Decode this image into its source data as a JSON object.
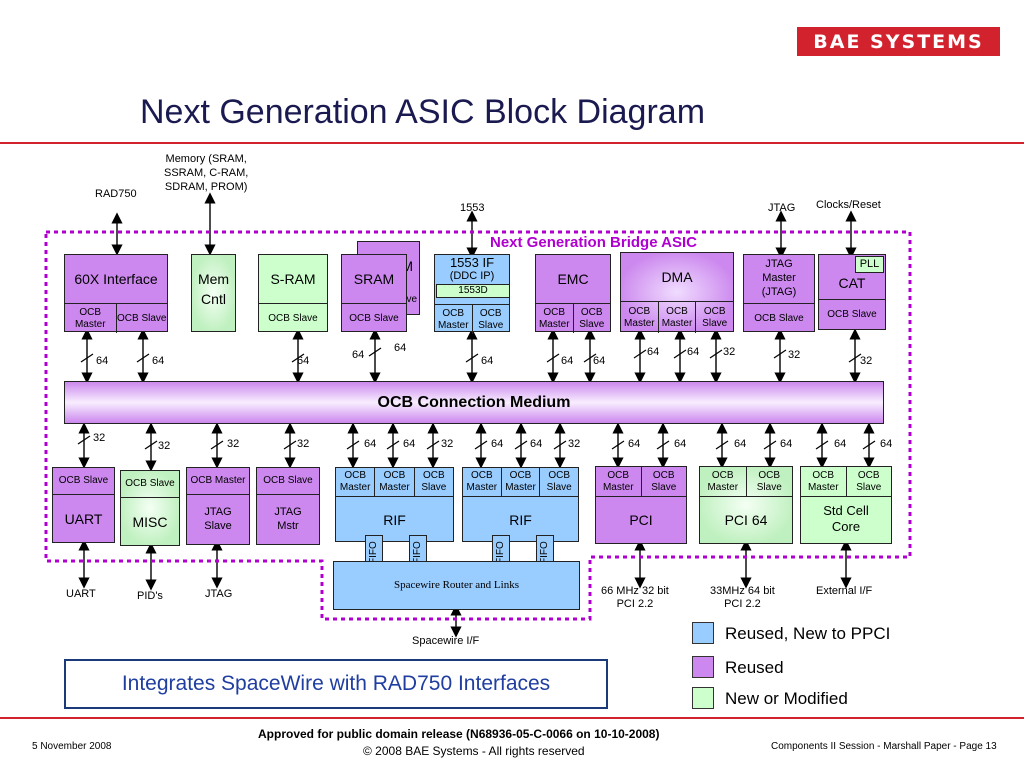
{
  "header": {
    "logo_text": "BAE SYSTEMS",
    "title": "Next Generation ASIC Block Diagram"
  },
  "diagram": {
    "asic_title": "Next Generation Bridge ASIC",
    "ext_top": {
      "rad750": "RAD750",
      "memory": "Memory (SRAM,\nSSRAM, C-RAM,\nSDRAM, PROM)",
      "m1553": "1553",
      "jtag": "JTAG",
      "clocks": "Clocks/Reset"
    },
    "top_blocks": {
      "iface60x": "60X Interface",
      "ocb_master": "OCB Master",
      "ocb_slave": "OCB Slave",
      "memcntl_1": "Mem",
      "memcntl_2": "Cntl",
      "sram_s": "S-RAM",
      "sram": "SRAM",
      "sram_back_m": "M",
      "sram_back_ve": "ve",
      "if1553": "1553 IF",
      "ddc": "(DDC IP)",
      "d1553": "1553D",
      "emc": "EMC",
      "dma": "DMA",
      "jtag_master": "JTAG\nMaster\n(JTAG)",
      "pll": "PLL",
      "cat": "CAT"
    },
    "ocb_medium": "OCB Connection Medium",
    "bottom_blocks": {
      "uart": "UART",
      "misc": "MISC",
      "jtag_slave": "JTAG\nSlave",
      "jtag_mstr": "JTAG\nMstr",
      "rif": "RIF",
      "fifo": "FIFO",
      "pci": "PCI",
      "pci64": "PCI 64",
      "stdcell": "Std Cell\nCore",
      "ocb_master": "OCB Master",
      "ocb_slave": "OCB Slave",
      "spacewire_router": "Spacewire Router and Links"
    },
    "bus_widths": {
      "w64": "64",
      "w32": "32"
    },
    "ext_bottom": {
      "uart": "UART",
      "pids": "PID's",
      "jtag": "JTAG",
      "spacewire": "Spacewire I/F",
      "pci66": "66 MHz 32 bit\nPCI 2.2",
      "pci33": "33MHz 64 bit\nPCI 2.2",
      "external": "External I/F"
    }
  },
  "legend": [
    {
      "label": "Reused, New to PPCI",
      "color": "#99ccff"
    },
    {
      "label": "Reused",
      "color": "#cc88ee"
    },
    {
      "label": "New or Modified",
      "color": "#ccffcc"
    }
  ],
  "callout": "Integrates SpaceWire with RAD750 Interfaces",
  "footer": {
    "date": "5 November 2008",
    "approval": "Approved for public domain release (N68936-05-C-0066 on 10-10-2008)",
    "copyright": "© 2008 BAE Systems - All rights reserved",
    "page": "Components II Session - Marshall Paper - Page 13"
  }
}
